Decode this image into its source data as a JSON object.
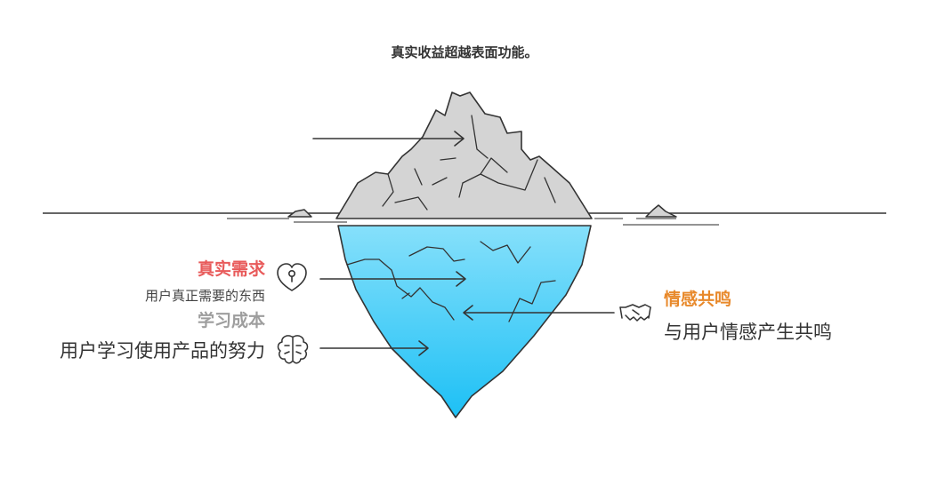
{
  "title": "真实收益超越表面功能。",
  "items": {
    "real_needs": {
      "heading": "真实需求",
      "description": "用户真正需要的东西",
      "color": "#E85A5A",
      "icon": "lightbulb-heart-icon"
    },
    "learning_cost": {
      "heading": "学习成本",
      "description": "用户学习使用产品的努力",
      "color": "#9E9E9E",
      "icon": "brain-icon"
    },
    "emotional_resonance": {
      "heading": "情感共鸣",
      "description": "与用户情感产生共鸣",
      "color": "#E8892B",
      "icon": "handshake-icon"
    }
  },
  "colors": {
    "iceberg_above": "#D4D4D4",
    "iceberg_below_top": "#7FDDFB",
    "iceberg_below_bottom": "#1EC0F5",
    "stroke": "#333333"
  }
}
